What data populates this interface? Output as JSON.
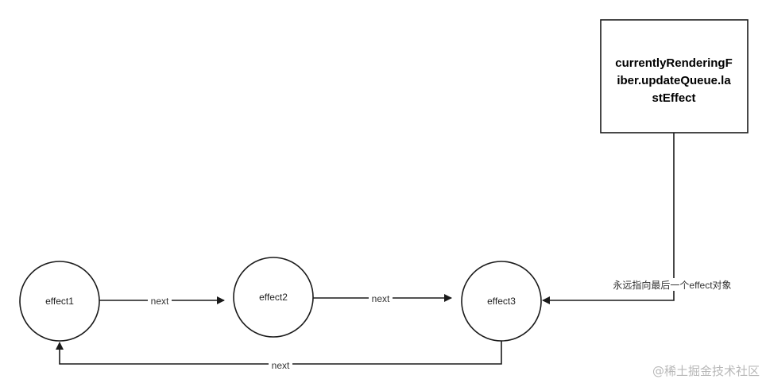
{
  "nodes": {
    "effect1": "effect1",
    "effect2": "effect2",
    "effect3": "effect3"
  },
  "pointer_box": {
    "lines": [
      "currentlyRenderingF",
      "iber.updateQueue.la",
      "stEffect"
    ]
  },
  "edges": {
    "e1_to_e2": "next",
    "e2_to_e3": "next",
    "e3_to_e1": "next",
    "box_to_e3": "永远指向最后一个effect对象"
  },
  "watermark": "@稀土掘金技术社区",
  "colors": {
    "stroke": "#1a1a1a",
    "background": "#ffffff"
  }
}
